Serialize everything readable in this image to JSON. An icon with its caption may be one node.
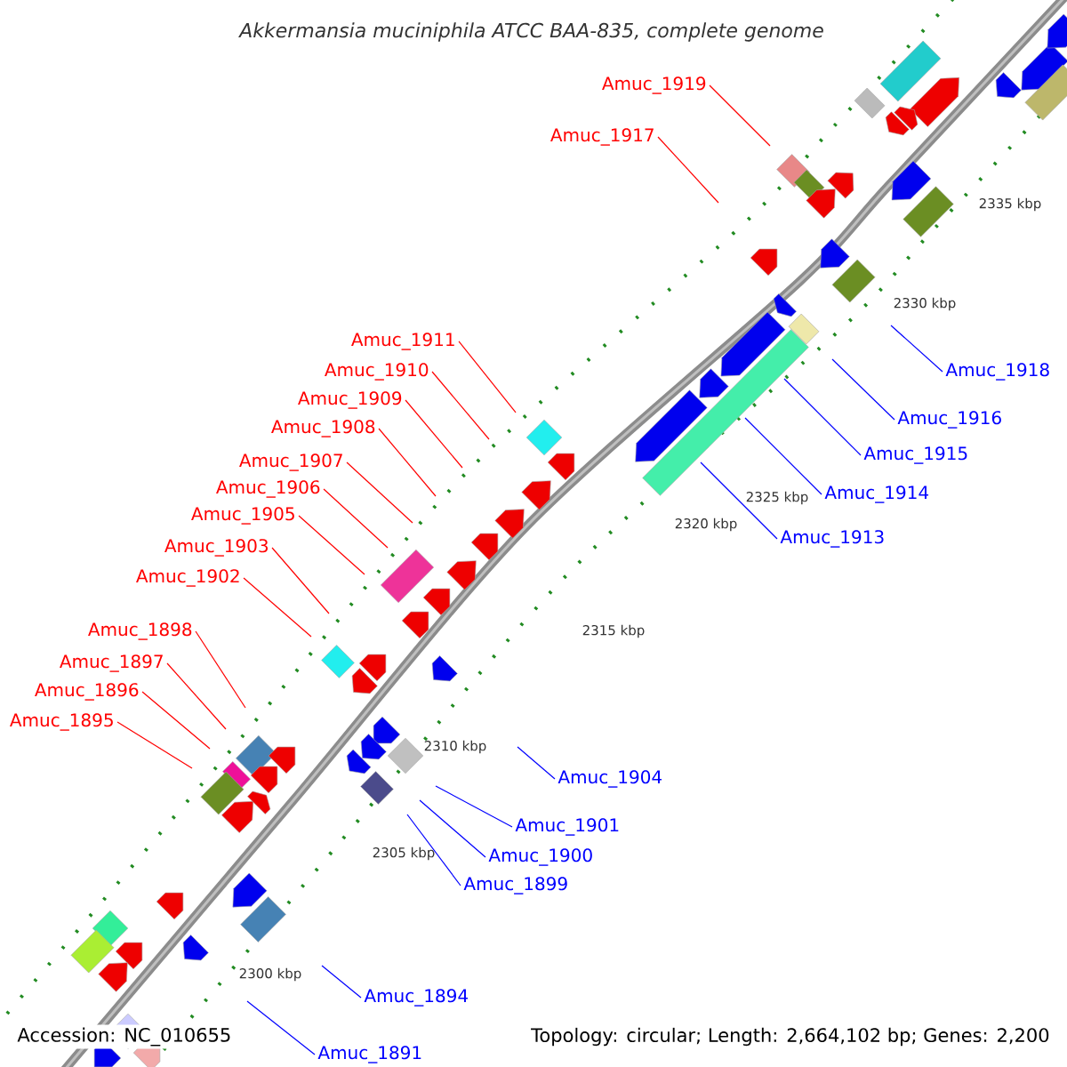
{
  "diagram": {
    "title": "Akkermansia muciniphila ATCC BAA-835, complete genome",
    "nodes": [
      {
        "text": [
          "Amuc_1919"
        ]
      },
      {
        "text": [
          "Amuc_1917"
        ]
      },
      {
        "text": [
          "Amuc_1911"
        ]
      },
      {
        "text": [
          "Amuc_1910"
        ]
      },
      {
        "text": [
          "Amuc_1918"
        ]
      },
      {
        "text": [
          "Amuc_1909"
        ]
      },
      {
        "text": [
          "Amuc_1916"
        ]
      },
      {
        "text": [
          "Amuc_1908"
        ]
      },
      {
        "text": [
          "Amuc_1915"
        ]
      },
      {
        "text": [
          "Amuc_1907"
        ]
      },
      {
        "text": [
          "Amuc_1906"
        ]
      },
      {
        "text": [
          "Amuc_1914"
        ]
      },
      {
        "text": [
          "Amuc_1905"
        ]
      },
      {
        "text": [
          "Amuc_1913"
        ]
      },
      {
        "text": [
          "Amuc_1903"
        ]
      },
      {
        "text": [
          "Amuc_1902"
        ]
      },
      {
        "text": [
          "Amuc_1898"
        ]
      },
      {
        "text": [
          "Amuc_1897"
        ]
      },
      {
        "text": [
          "Amuc_1896"
        ]
      },
      {
        "text": [
          "Amuc_1895"
        ]
      },
      {
        "text": [
          "Amuc_1904"
        ]
      },
      {
        "text": [
          "Amuc_1901"
        ]
      },
      {
        "text": [
          "Amuc_1900"
        ]
      },
      {
        "text": [
          "Amuc_1899"
        ]
      },
      {
        "text": [
          "Amuc_1894"
        ]
      },
      {
        "text": [
          "Amuc_1891"
        ]
      }
    ],
    "edges": [
      {
        "from": 0,
        "to": null,
        "arrow": "none"
      },
      {
        "from": 1,
        "to": null,
        "arrow": "none"
      },
      {
        "from": 2,
        "to": null,
        "arrow": "none"
      },
      {
        "from": 3,
        "to": null,
        "arrow": "none"
      },
      {
        "from": 4,
        "to": null,
        "arrow": "none",
        "color": "#0000ff"
      },
      {
        "from": 5,
        "to": null,
        "arrow": "none"
      },
      {
        "from": 6,
        "to": null,
        "arrow": "none",
        "color": "#0000ff"
      },
      {
        "from": 7,
        "to": null,
        "arrow": "none"
      },
      {
        "from": 8,
        "to": null,
        "arrow": "none",
        "color": "#0000ff"
      },
      {
        "from": 9,
        "to": null,
        "arrow": "none"
      },
      {
        "from": 10,
        "to": null,
        "arrow": "none"
      },
      {
        "from": 11,
        "to": null,
        "arrow": "none",
        "color": "#0000ff"
      },
      {
        "from": 12,
        "to": null,
        "arrow": "none"
      },
      {
        "from": 13,
        "to": null,
        "arrow": "none",
        "color": "#0000ff"
      },
      {
        "from": 14,
        "to": null,
        "arrow": "none"
      },
      {
        "from": 15,
        "to": null,
        "arrow": "none"
      },
      {
        "from": 16,
        "to": null,
        "arrow": "none"
      },
      {
        "from": 17,
        "to": null,
        "arrow": "none"
      },
      {
        "from": 18,
        "to": null,
        "arrow": "none"
      },
      {
        "from": 19,
        "to": null,
        "arrow": "none"
      },
      {
        "from": 20,
        "to": null,
        "arrow": "none",
        "color": "#0000ff"
      },
      {
        "from": 21,
        "to": null,
        "arrow": "none",
        "color": "#0000ff"
      },
      {
        "from": 22,
        "to": null,
        "arrow": "none",
        "color": "#0000ff"
      },
      {
        "from": 23,
        "to": null,
        "arrow": "none",
        "color": "#0000ff"
      },
      {
        "from": 24,
        "to": null,
        "arrow": "none",
        "color": "#0000ff"
      },
      {
        "from": 25,
        "to": null,
        "arrow": "none",
        "color": "#0000ff"
      }
    ],
    "labels": [
      "2335 kbp",
      "2330 kbp",
      "2325 kbp",
      "2320 kbp",
      "2315 kbp",
      "2310 kbp",
      "2305 kbp",
      "2300 kbp",
      "Accession: NC_010655",
      "Topology: circular; Length: 2,664,102 bp; Genes: 2,200"
    ]
  }
}
